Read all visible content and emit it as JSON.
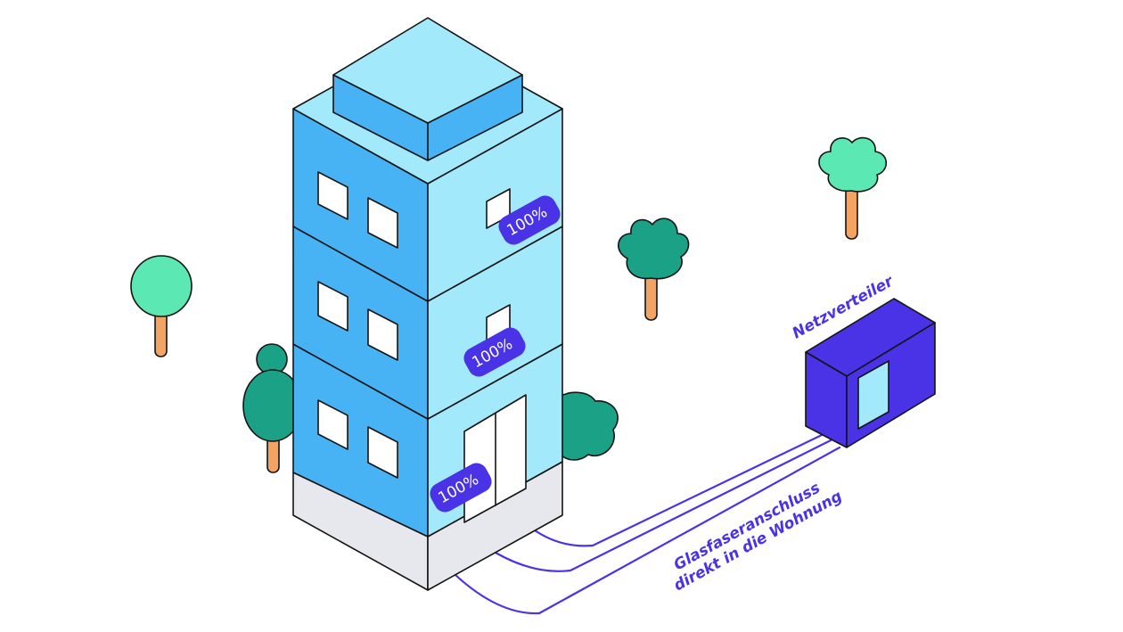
{
  "diagram": {
    "building": {
      "floors": [
        {
          "badge": "100%"
        },
        {
          "badge": "100%"
        },
        {
          "badge": "100%"
        }
      ]
    },
    "distributor": {
      "label": "Netzverteiler"
    },
    "fiber": {
      "label_line1": "Glasfaseranschluss",
      "label_line2": "direkt in die Wohnung"
    },
    "colors": {
      "building_front": "#47b3f5",
      "building_side": "#a3e9fc",
      "base_front": "#e6e8ed",
      "accent": "#4a32e6",
      "tree_light": "#5ce8b2",
      "tree_dark": "#1ba186",
      "trunk": "#f3a462"
    }
  }
}
